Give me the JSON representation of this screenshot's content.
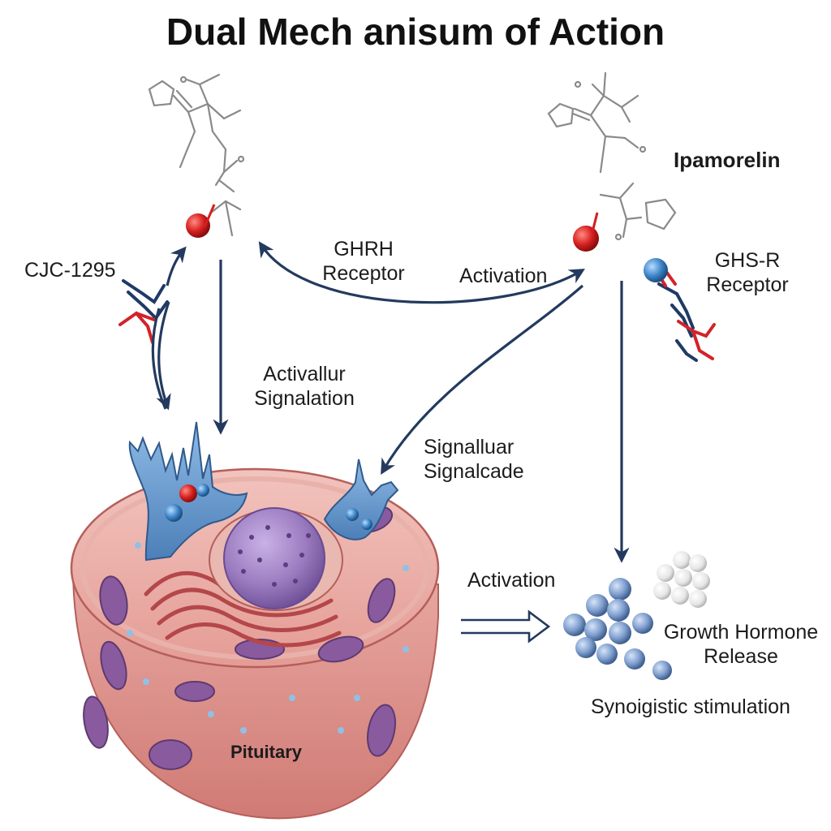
{
  "title": "Dual Mech anisum of Action",
  "labels": {
    "cjc": "CJC-1295",
    "ipamorelin": "Ipamorelin",
    "ghrh_line1": "GHRH",
    "ghrh_line2": "Receptor",
    "activation_top": "Activation",
    "ghsr_line1": "GHS-R",
    "ghsr_line2": "Receptor",
    "activallur_line1": "Activallur",
    "activallur_line2": "Signalation",
    "signalluar_line1": "Signalluar",
    "signalluar_line2": "Signalcade",
    "activation_bottom": "Activation",
    "growth_line1": "Growth Hormone",
    "growth_line2": "Release",
    "synergy": "Synoigistic stimulation",
    "pituitary": "Pituitary"
  },
  "colors": {
    "arrow": "#233a5e",
    "cell_fill": "#e9a5a0",
    "cell_dark": "#c9706d",
    "nucleus": "#9b7bbf",
    "receptor": "#6f9fd4",
    "ligand": "#d21f1f",
    "antibody_red": "#d2232a",
    "antibody_blue": "#1f3a66",
    "gh_sphere": "#7f9fcf",
    "mitochondria": "#8a5a9e"
  }
}
